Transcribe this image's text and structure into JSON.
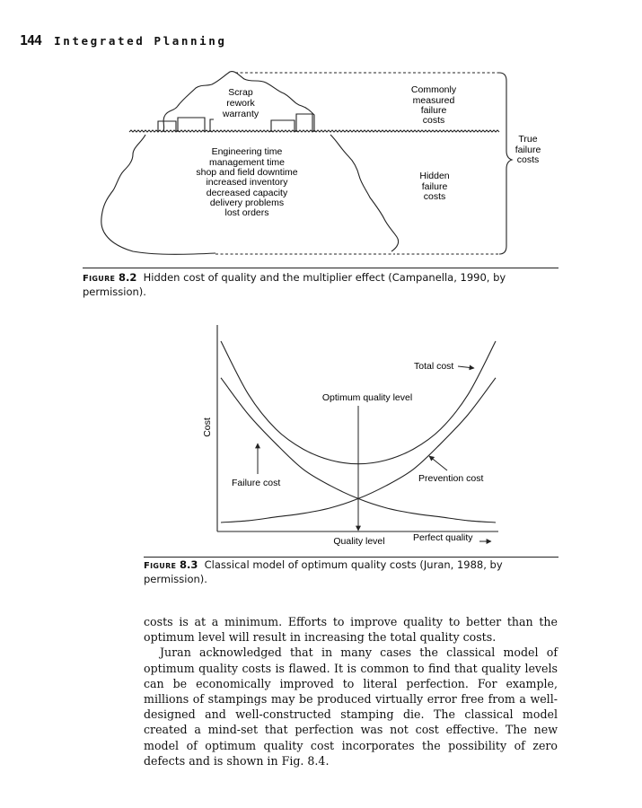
{
  "header": {
    "page_number": "144",
    "running_title": "Integrated Planning"
  },
  "figure_8_2": {
    "visible_label": [
      "Scrap",
      "rework",
      "warranty"
    ],
    "measured_label": [
      "Commonly",
      "measured",
      "failure",
      "costs"
    ],
    "hidden_items": [
      "Engineering time",
      "management time",
      "shop and field downtime",
      "increased inventory",
      "decreased capacity",
      "delivery problems",
      "lost orders"
    ],
    "hidden_label": [
      "Hidden",
      "failure",
      "costs"
    ],
    "true_label": [
      "True",
      "failure",
      "costs"
    ],
    "caption_label": "Figure",
    "caption_number": "8.2",
    "caption_text": "Hidden cost of quality and the multiplier effect (Campanella, 1990, by permission)."
  },
  "figure_8_3": {
    "caption_label": "Figure",
    "caption_number": "8.3",
    "caption_text": "Classical model of optimum quality costs (Juran, 1988, by permission).",
    "chart_data": {
      "type": "line",
      "ylabel": "Cost",
      "xlabel": "Quality level",
      "x_end_label": "Perfect quality",
      "x": [
        0,
        1,
        2,
        3,
        4,
        5,
        6,
        7,
        8,
        9,
        10
      ],
      "series": [
        {
          "name": "Total cost",
          "values": [
            100,
            71,
            52,
            41,
            35,
            33,
            35,
            41,
            52,
            71,
            100
          ]
        },
        {
          "name": "Failure cost",
          "values": [
            80,
            60,
            44,
            30,
            21,
            14,
            9,
            6,
            4,
            2,
            1
          ]
        },
        {
          "name": "Prevention cost",
          "values": [
            1,
            2,
            4,
            6,
            9,
            14,
            21,
            30,
            44,
            60,
            80
          ]
        }
      ],
      "annotations": [
        "Optimum quality level"
      ],
      "grid": false
    }
  },
  "body": {
    "paragraphs": [
      "costs is at a minimum. Efforts to improve quality to better than the optimum level will result in increasing the total quality costs.",
      "Juran acknowledged that in many cases the classical model of optimum quality costs is flawed. It is common to find that quality levels can be economically improved to literal perfection. For example, millions of stampings may be produced virtually error free from a well-designed and well-constructed stamping die. The classical model created a mind-set that perfection was not cost effective. The new model of optimum quality cost incorporates the possibility of zero defects and is shown in Fig. 8.4."
    ]
  }
}
